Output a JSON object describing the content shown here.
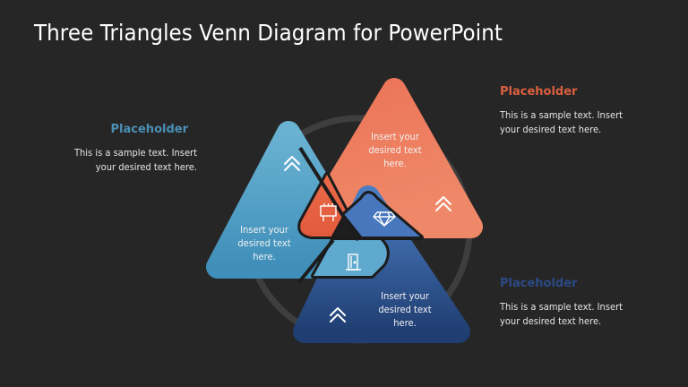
{
  "title": "Three Triangles Venn Diagram for PowerPoint",
  "colors": {
    "background": "#262626",
    "blue": "#4a9cc4",
    "orange": "#e8684a",
    "navy": "#2d5592",
    "circle": "#3e3e3e",
    "outline": "#1c1c1c"
  },
  "callouts": [
    {
      "heading": "Placeholder",
      "color": "#4a90b5",
      "line1": "This is a sample text. Insert",
      "line2": "your desired text here."
    },
    {
      "heading": "Placeholder",
      "color": "#d9603f",
      "line1": "This is a sample text. Insert",
      "line2": "your desired text here."
    },
    {
      "heading": "Placeholder",
      "color": "#2b4a86",
      "line1": "This is a sample text. Insert",
      "line2": "your desired text here."
    }
  ],
  "triangles": [
    {
      "name": "blue",
      "line1": "Insert your",
      "line2": "desired text",
      "line3": "here.",
      "icon": "double-chevron-up-icon"
    },
    {
      "name": "orange",
      "line1": "Insert your",
      "line2": "desired text",
      "line3": "here.",
      "icon": "double-chevron-up-icon"
    },
    {
      "name": "navy",
      "line1": "Insert your",
      "line2": "desired text",
      "line3": "here.",
      "icon": "double-chevron-up-icon"
    }
  ],
  "overlap_icons": [
    "billboard-icon",
    "diamond-icon",
    "door-icon"
  ]
}
